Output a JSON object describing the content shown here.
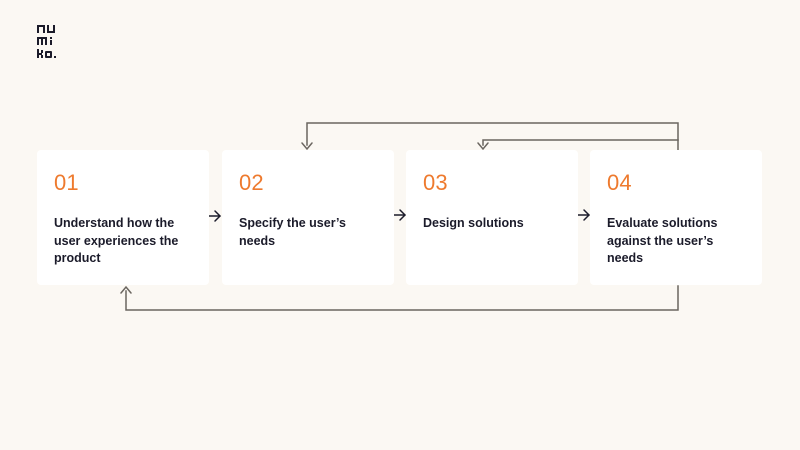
{
  "brand": {
    "logo_text": "nu mi ko.",
    "ink_color": "#1b1b2a"
  },
  "colors": {
    "background": "#fbf8f3",
    "card": "#ffffff",
    "accent": "#ee7a2e",
    "text": "#1b1b2a",
    "connector": "#6b6660"
  },
  "steps": [
    {
      "number": "01",
      "label": "Understand how the user experiences the product"
    },
    {
      "number": "02",
      "label": "Specify the user’s needs"
    },
    {
      "number": "03",
      "label": "Design solutions"
    },
    {
      "number": "04",
      "label": "Evaluate solutions against the user’s needs"
    }
  ],
  "flows": [
    {
      "from": "01",
      "to": "02",
      "kind": "forward"
    },
    {
      "from": "02",
      "to": "03",
      "kind": "forward"
    },
    {
      "from": "03",
      "to": "04",
      "kind": "forward"
    },
    {
      "from": "04",
      "to": "02",
      "kind": "loop-back"
    },
    {
      "from": "04",
      "to": "03",
      "kind": "loop-back"
    },
    {
      "from": "04",
      "to": "01",
      "kind": "loop-back"
    }
  ]
}
